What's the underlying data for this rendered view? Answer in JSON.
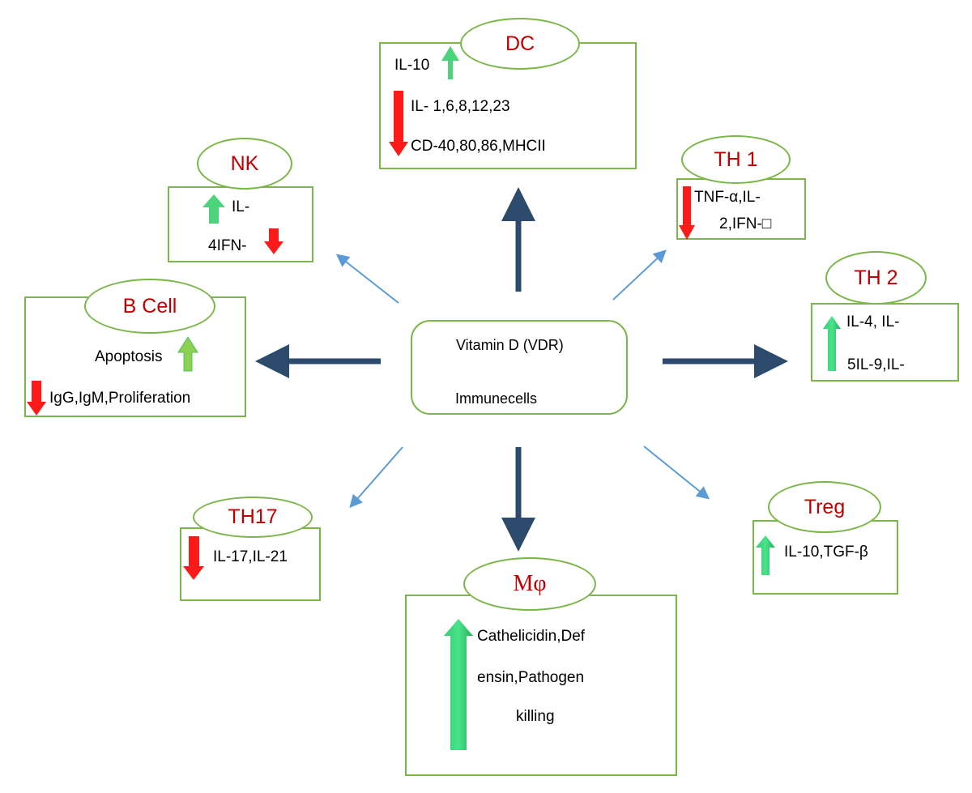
{
  "center": {
    "line1": "Vitamin D (VDR)",
    "line2": "Immunecells"
  },
  "dc": {
    "title": "DC",
    "l1": "IL-10",
    "l2": "IL- 1,6,8,12,23",
    "l3": "CD-40,80,86,MHCII"
  },
  "nk": {
    "title": "NK",
    "l1": "IL-",
    "l2": "4IFN-"
  },
  "th1": {
    "title": "TH 1",
    "l1": "TNF-α,IL-",
    "l2": "2,IFN-□"
  },
  "th2": {
    "title": "TH 2",
    "l1": "IL-4, IL-",
    "l2": "5IL-9,IL-"
  },
  "bcell": {
    "title": "B Cell",
    "l1": "Apoptosis",
    "l2": "IgG,IgM,Proliferation"
  },
  "th17": {
    "title": "TH17",
    "l1": "IL-17,IL-21"
  },
  "mphi": {
    "title": "Mφ",
    "l1": "Cathelicidin,Def",
    "l2": "ensin,Pathogen",
    "l3": "killing"
  },
  "treg": {
    "title": "Treg",
    "l1": "IL-10,TGF-β"
  },
  "colors": {
    "up": "#2ecc71",
    "down": "#ff0000",
    "thick_arrow": "#2c4a6b",
    "thin_arrow": "#5b9bd5",
    "border": "#7ab648",
    "title": "#c00000"
  }
}
